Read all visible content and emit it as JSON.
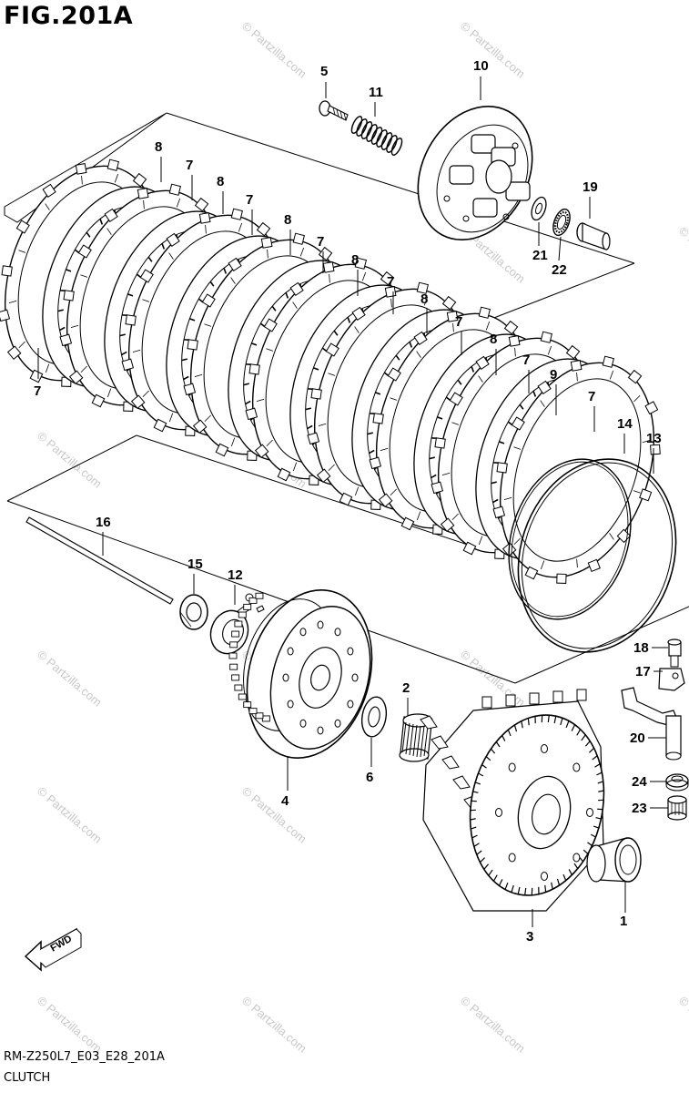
{
  "figure": {
    "title": "FIG.201A",
    "code": "RM-Z250L7_E03_E28_201A",
    "name": "CLUTCH",
    "watermark": "© Partzilla.com",
    "fwd_label": "FWD"
  },
  "callouts": [
    "1",
    "2",
    "3",
    "4",
    "5",
    "6",
    "7",
    "8",
    "9",
    "10",
    "11",
    "12",
    "13",
    "14",
    "15",
    "16",
    "17",
    "18",
    "19",
    "20",
    "21",
    "22",
    "23",
    "24"
  ],
  "colors": {
    "line": "#000000",
    "background": "#ffffff",
    "watermark": "#c8c8c8"
  }
}
